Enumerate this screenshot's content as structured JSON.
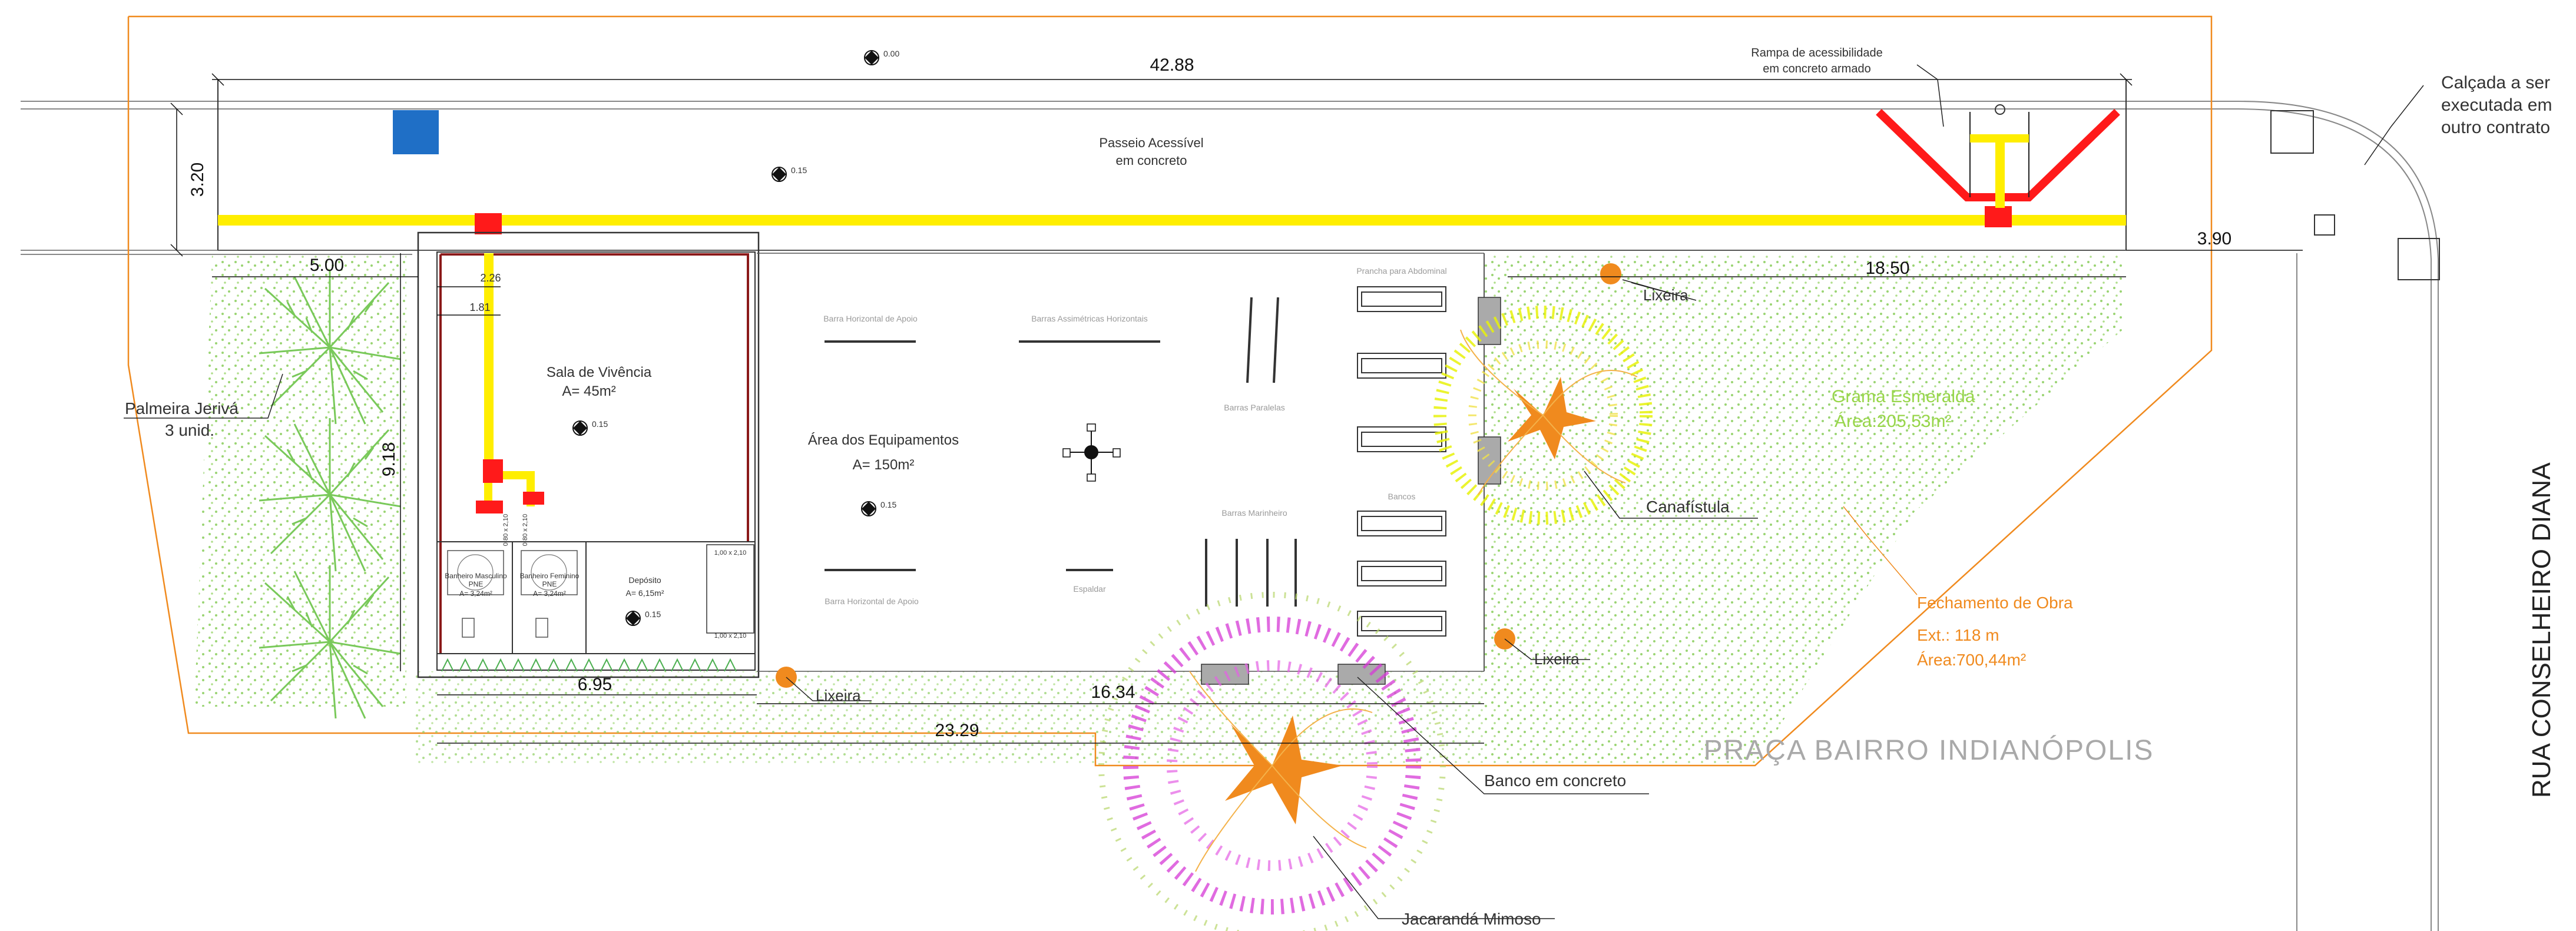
{
  "street": {
    "name": "RUA CONSELHEIRO DIANA"
  },
  "square": {
    "name": "PRAÇA BAIRRO INDIANÓPOLIS"
  },
  "sidewalk": {
    "title_line1": "Passeio Acessível",
    "title_line2": "em concreto",
    "future_line1": "Calçada a ser",
    "future_line2": "executada em",
    "future_line3": "outro contrato"
  },
  "ramp": {
    "line1": "Rampa de acessibilidade",
    "line2": "em concreto armado"
  },
  "levels": {
    "top": "0.00",
    "sidewalk": "0.15",
    "room": "0.15",
    "equip": "0.15",
    "depot": "0.15"
  },
  "dimensions": {
    "total_width": "42.88",
    "sidewalk_depth": "3.20",
    "left_offset": "5.00",
    "right_offset": "18.50",
    "corner": "3.90",
    "building_height": "9.18",
    "room_2_26": "2.26",
    "room_1_81": "1.81",
    "building_width": "6.95",
    "equip_width": "16.34",
    "overall_width": "23.29"
  },
  "rooms": {
    "living_name": "Sala de Vivência",
    "living_area": "A= 45m²",
    "equip_name": "Área dos Equipamentos",
    "equip_area": "A= 150m²",
    "depot_name": "Depósito",
    "depot_area": "A= 6,15m²",
    "wc_m_name": "Banheiro Masculino",
    "wc_m_tag": "PNE",
    "wc_m_area": "A= 3,24m²",
    "wc_f_name": "Banheiro Feminino",
    "wc_f_tag": "PNE",
    "wc_f_area": "A= 3,24m²",
    "door1": "1,00 x 2,10",
    "door2": "1,00 x 2,10",
    "door3": "0,80 x 2,10",
    "door4": "0,80 x 2,10"
  },
  "equipment": {
    "bar_h_top": "Barra Horizontal de Apoio",
    "bar_asym": "Barras Assimétricas Horizontais",
    "bar_parallel": "Barras Paralelas",
    "abdominal": "Prancha para Abdominal",
    "benches": "Bancos",
    "bar_sailor": "Barras Marinheiro",
    "espaldar": "Espaldar",
    "bar_h_bottom": "Barra Horizontal de Apoio"
  },
  "landscape": {
    "palm_line1": "Palmeira Jerivá",
    "palm_line2": "3 unid.",
    "canafistula": "Canafístula",
    "lixeira_top": "Lixeira",
    "lixeira_right": "Lixeira",
    "lixeira_bottom": "Lixeira",
    "grass_line1": "Grama Esmeralda",
    "grass_line2": "Área:205,53m²",
    "bench": "Banco em concreto",
    "jacaranda": "Jacarandá Mimoso"
  },
  "enclosure": {
    "title": "Fechamento de Obra",
    "length": "Ext.: 118 m",
    "area": "Área:700,44m²"
  },
  "colors": {
    "accessible_path": "#ffee00",
    "tactile_warning": "#ff1a1a",
    "enclosure_line": "#f08a1e",
    "grass_dots": "#8fcf63",
    "palm": "#79c95a",
    "canafistula_foliage": "#e8f20a",
    "jacaranda_foliage": "#d63ad6",
    "water_box": "#1f6fc6"
  }
}
